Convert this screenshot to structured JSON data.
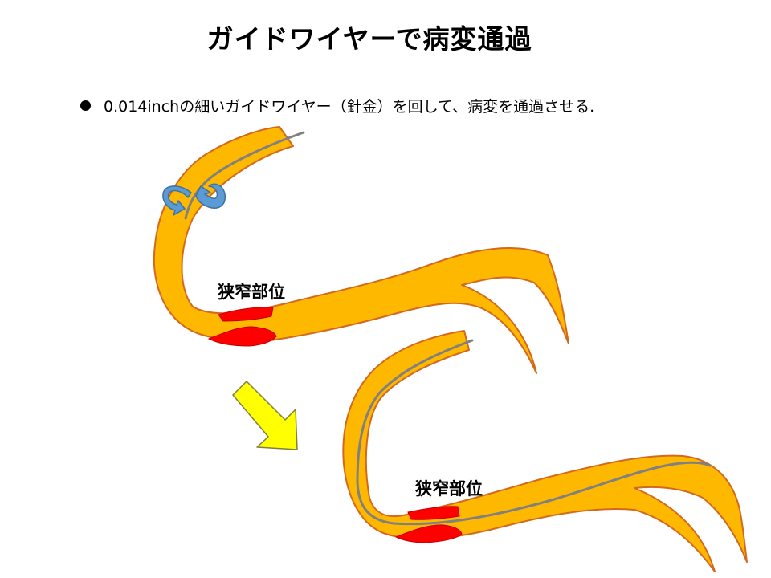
{
  "slide": {
    "title": "ガイドワイヤーで病変通過",
    "bullet": "0.014inchの細いガイドワイヤー（針金）を回して、病変を通過させる.",
    "stenosis_label_top": "狭窄部位",
    "stenosis_label_bottom": "狭窄部位"
  },
  "colors": {
    "vessel_fill": "#FFB800",
    "vessel_stroke": "#D2691E",
    "lesion_fill": "#FF0000",
    "wire": "#808080",
    "rotation_arrow": "#5B9BD5",
    "transition_arrow": "#FFFF00"
  }
}
